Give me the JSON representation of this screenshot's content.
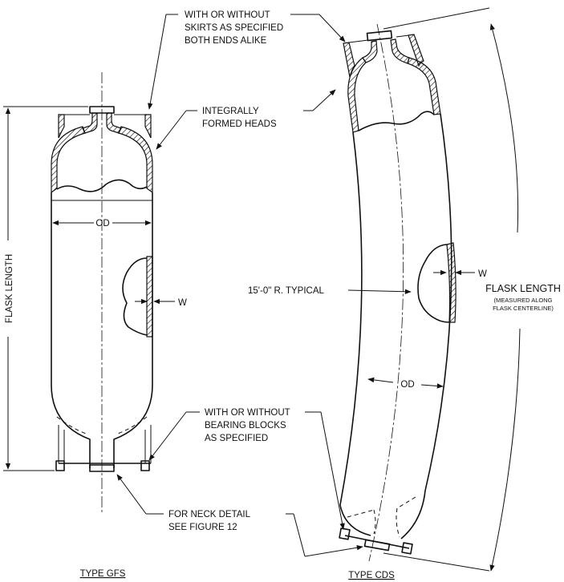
{
  "labels": {
    "skirts": [
      "WITH OR WITHOUT",
      "SKIRTS AS SPECIFIED",
      "BOTH ENDS ALIKE"
    ],
    "heads": [
      "INTEGRALLY",
      "FORMED HEADS"
    ],
    "bearing": [
      "WITH OR WITHOUT",
      "BEARING BLOCKS",
      "AS SPECIFIED"
    ],
    "neck": [
      "FOR NECK DETAIL",
      "SEE FIGURE 12"
    ],
    "radius": "15'-0\" R. TYPICAL",
    "od_left": "OD",
    "od_right": "OD",
    "w_left": "W",
    "w_right": "W",
    "flask_length_left": "FLASK LENGTH",
    "flask_length_right": "FLASK LENGTH",
    "flask_length_note": [
      "(MEASURED ALONG",
      "FLASK CENTERLINE)"
    ]
  },
  "captions": {
    "left": "TYPE GFS",
    "right": "TYPE CDS"
  }
}
